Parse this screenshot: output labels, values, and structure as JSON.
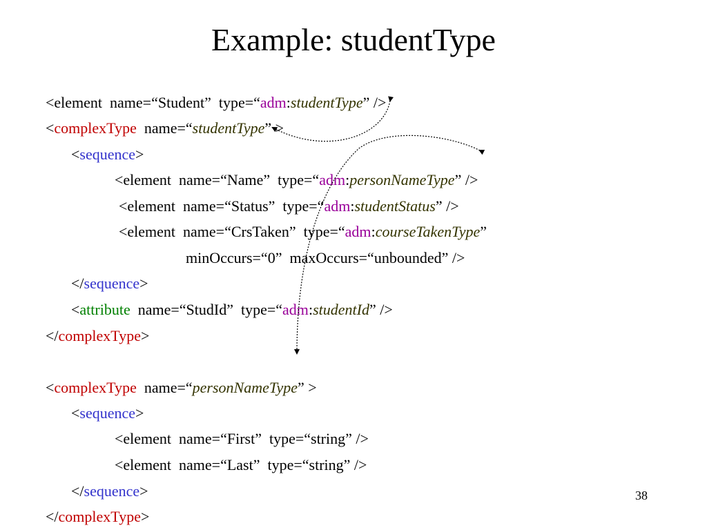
{
  "title": "Example:  studentType",
  "page_number": "38",
  "lines": {
    "l1": {
      "a": "<element  name=“Student”  type=“",
      "adm": "adm",
      "colon": ":",
      "t": "studentType",
      "end": "” />"
    },
    "l2": {
      "lt": "<",
      "kw": "complexType",
      "mid": "  name=“",
      "t": "studentType",
      "end": "” >"
    },
    "l3": {
      "lt": "<",
      "kw": "sequence",
      "gt": ">"
    },
    "l4": {
      "a": "<element  name=“Name”  type=“",
      "adm": "adm",
      "colon": ":",
      "t": "personNameType",
      "end": "” />"
    },
    "l5": {
      "a": "<element  name=“Status”  type=“",
      "adm": "adm",
      "colon": ":",
      "t": "studentStatus",
      "end": "” />"
    },
    "l6": {
      "a": "<element  name=“CrsTaken”  type=“",
      "adm": "adm",
      "colon": ":",
      "t": "courseTakenType",
      "end": "”"
    },
    "l7": {
      "text": "minOccurs=“0”  maxOccurs=“unbounded” />"
    },
    "l8": {
      "lt": "</",
      "kw": "sequence",
      "gt": ">"
    },
    "l9": {
      "lt": "<",
      "kw": "attribute",
      "mid": "  name=“StudId”  type=“",
      "adm": "adm",
      "colon": ":",
      "t": "studentId",
      "end": "” />"
    },
    "l10": {
      "lt": "</",
      "kw": "complexType",
      "gt": ">"
    },
    "l11": {
      "lt": "<",
      "kw": "complexType",
      "mid": "  name=“",
      "t": "personNameType",
      "end": "” >"
    },
    "l12": {
      "lt": "<",
      "kw": "sequence",
      "gt": ">"
    },
    "l13": {
      "text": "<element  name=“First”  type=“string” />"
    },
    "l14": {
      "text": "<element  name=“Last”  type=“string” />"
    },
    "l15": {
      "lt": "</",
      "kw": "sequence",
      "gt": ">"
    },
    "l16": {
      "lt": "</",
      "kw": "complexType",
      "gt": ">"
    }
  },
  "colors": {
    "complexType": "#c00000",
    "sequence": "#3333cc",
    "attribute": "#008000",
    "adm_prefix": "#990099",
    "type_name": "#333300"
  }
}
